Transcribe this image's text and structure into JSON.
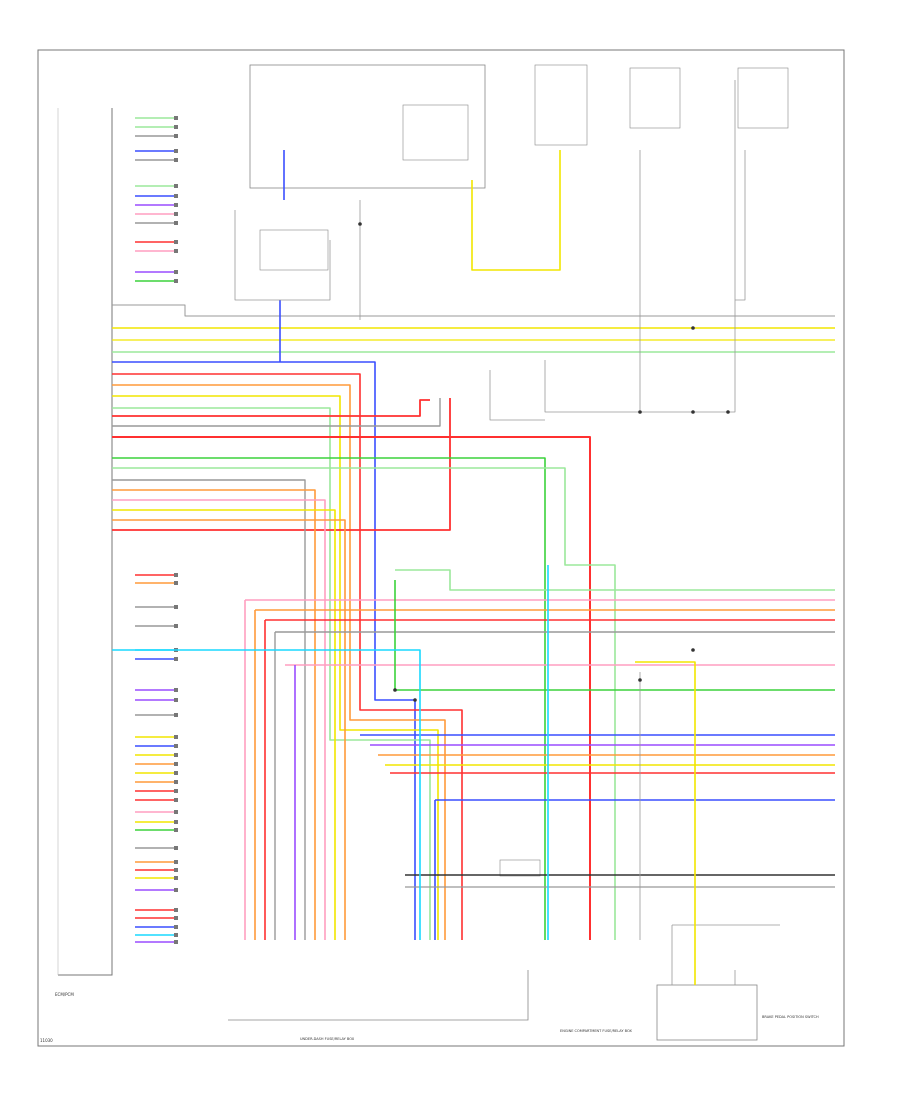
{
  "diagram": {
    "footer_code": "11030",
    "labels": {
      "eng_compartment_label": "ENGINE COMPARTMENT FUSE/RELAY BOX",
      "under_dash_label": "UNDER-DASH FUSE/RELAY BOX",
      "ecm_label": "ECM/PCM",
      "brake_switch_label": "BRAKE PEDAL POSITION SWITCH"
    },
    "colors": {
      "yellow": "#f2e600",
      "green": "#3bd23b",
      "blue": "#3a4fff",
      "red": "#ff3030",
      "orange": "#ff9a3a",
      "pink": "#ff9ec0",
      "light_green": "#9be89b",
      "cyan": "#19d9ff",
      "gray": "#999999",
      "violet": "#9a4dff",
      "brown": "#b07a3a",
      "black": "#333333"
    }
  }
}
